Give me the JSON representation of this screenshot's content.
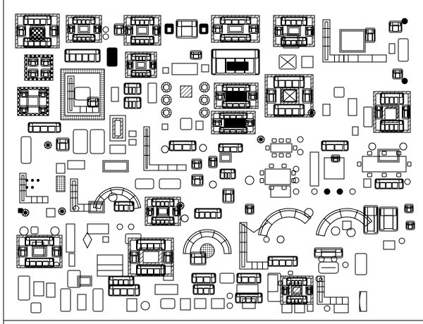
{
  "drawing": {
    "subject": "",
    "line_color": "#000000",
    "fill_color": "#000000",
    "background": "#ffffff",
    "groups": [
      {
        "name": "living-room-sets",
        "kind": "sofa-and-armchair groups around coffee table"
      },
      {
        "name": "sectional-sofas",
        "kind": "L-shaped and curved sectional sofas"
      },
      {
        "name": "dining-sets",
        "kind": "tables with chairs, round and rectangular"
      },
      {
        "name": "armchairs",
        "kind": "single armchairs and lounge chairs"
      },
      {
        "name": "rugs",
        "kind": "hatched area rugs"
      },
      {
        "name": "side-tables",
        "kind": "small tables, plants, lamps"
      }
    ]
  }
}
